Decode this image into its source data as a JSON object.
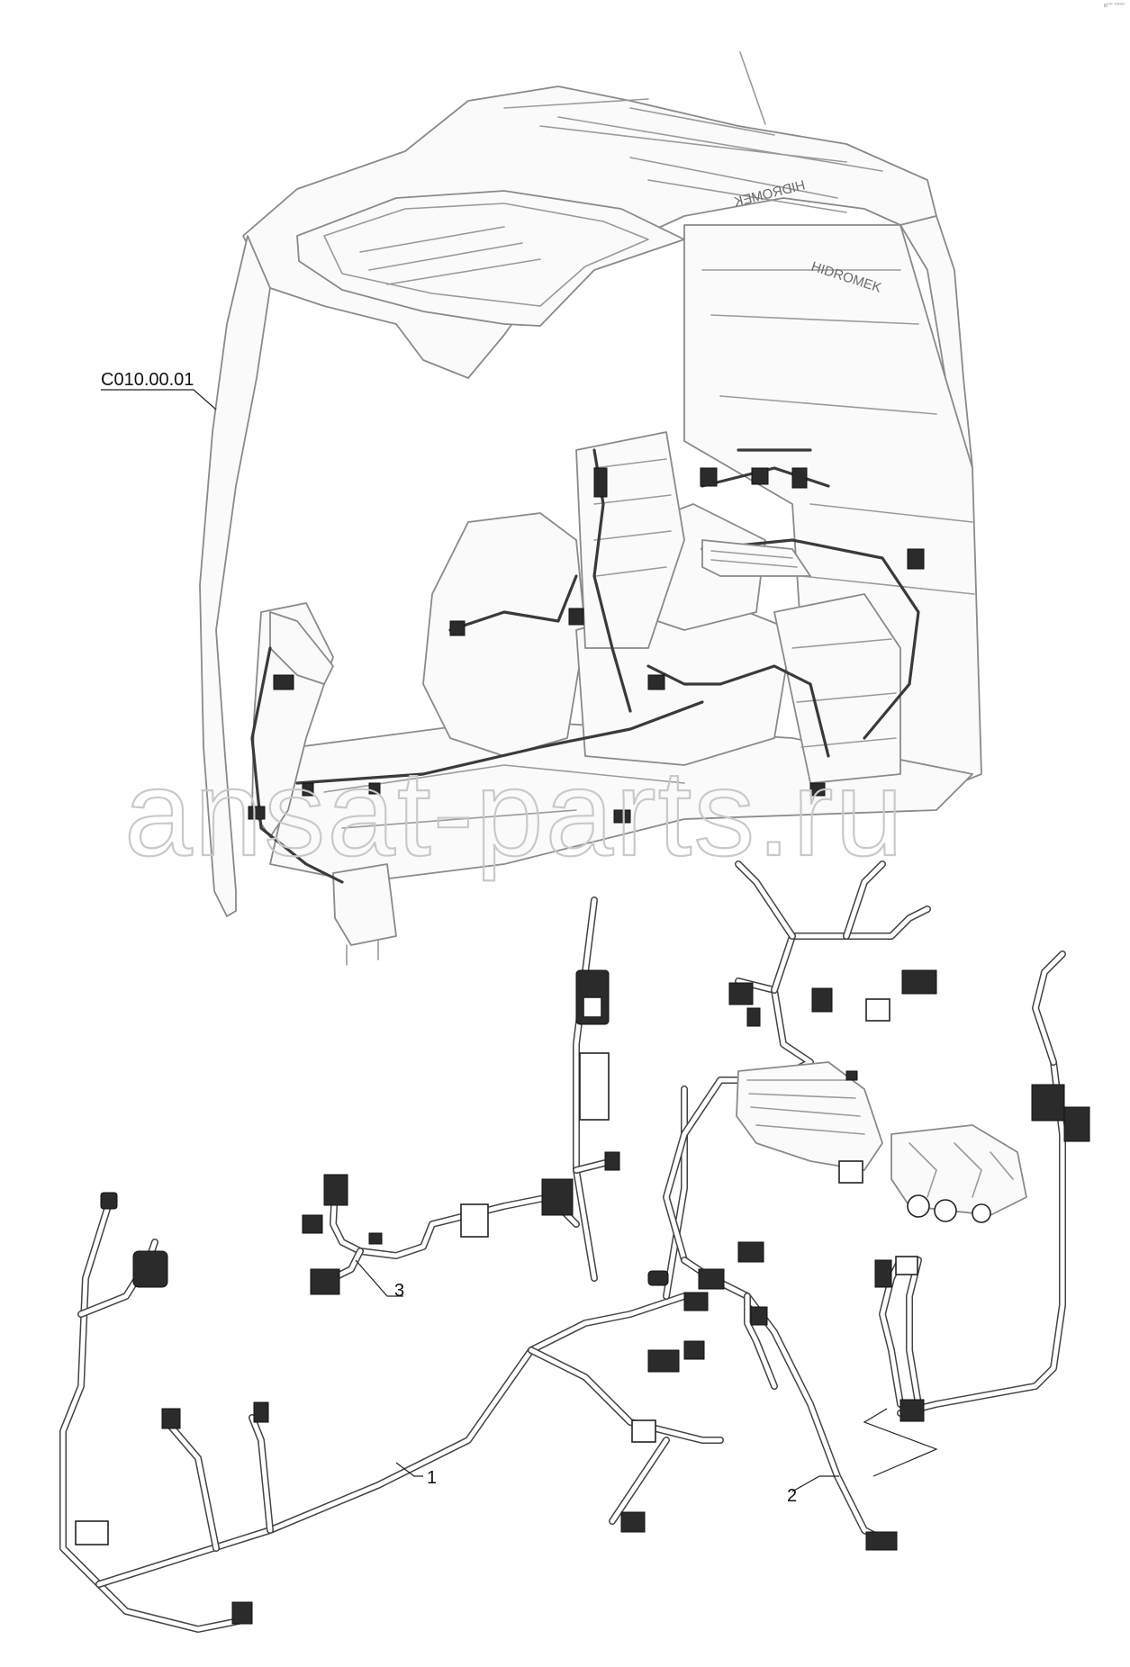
{
  "corner_mark": "o⁰⁰ ⁰⁰⁰⁰",
  "reference_label": "C010.00.01",
  "callouts": [
    {
      "id": "1",
      "text": "1"
    },
    {
      "id": "2",
      "text": "2"
    },
    {
      "id": "3",
      "text": "3"
    }
  ],
  "cab_lettering": [
    "HIDROMEK",
    "HIDROMEK"
  ],
  "watermark": "ansat-parts.ru"
}
